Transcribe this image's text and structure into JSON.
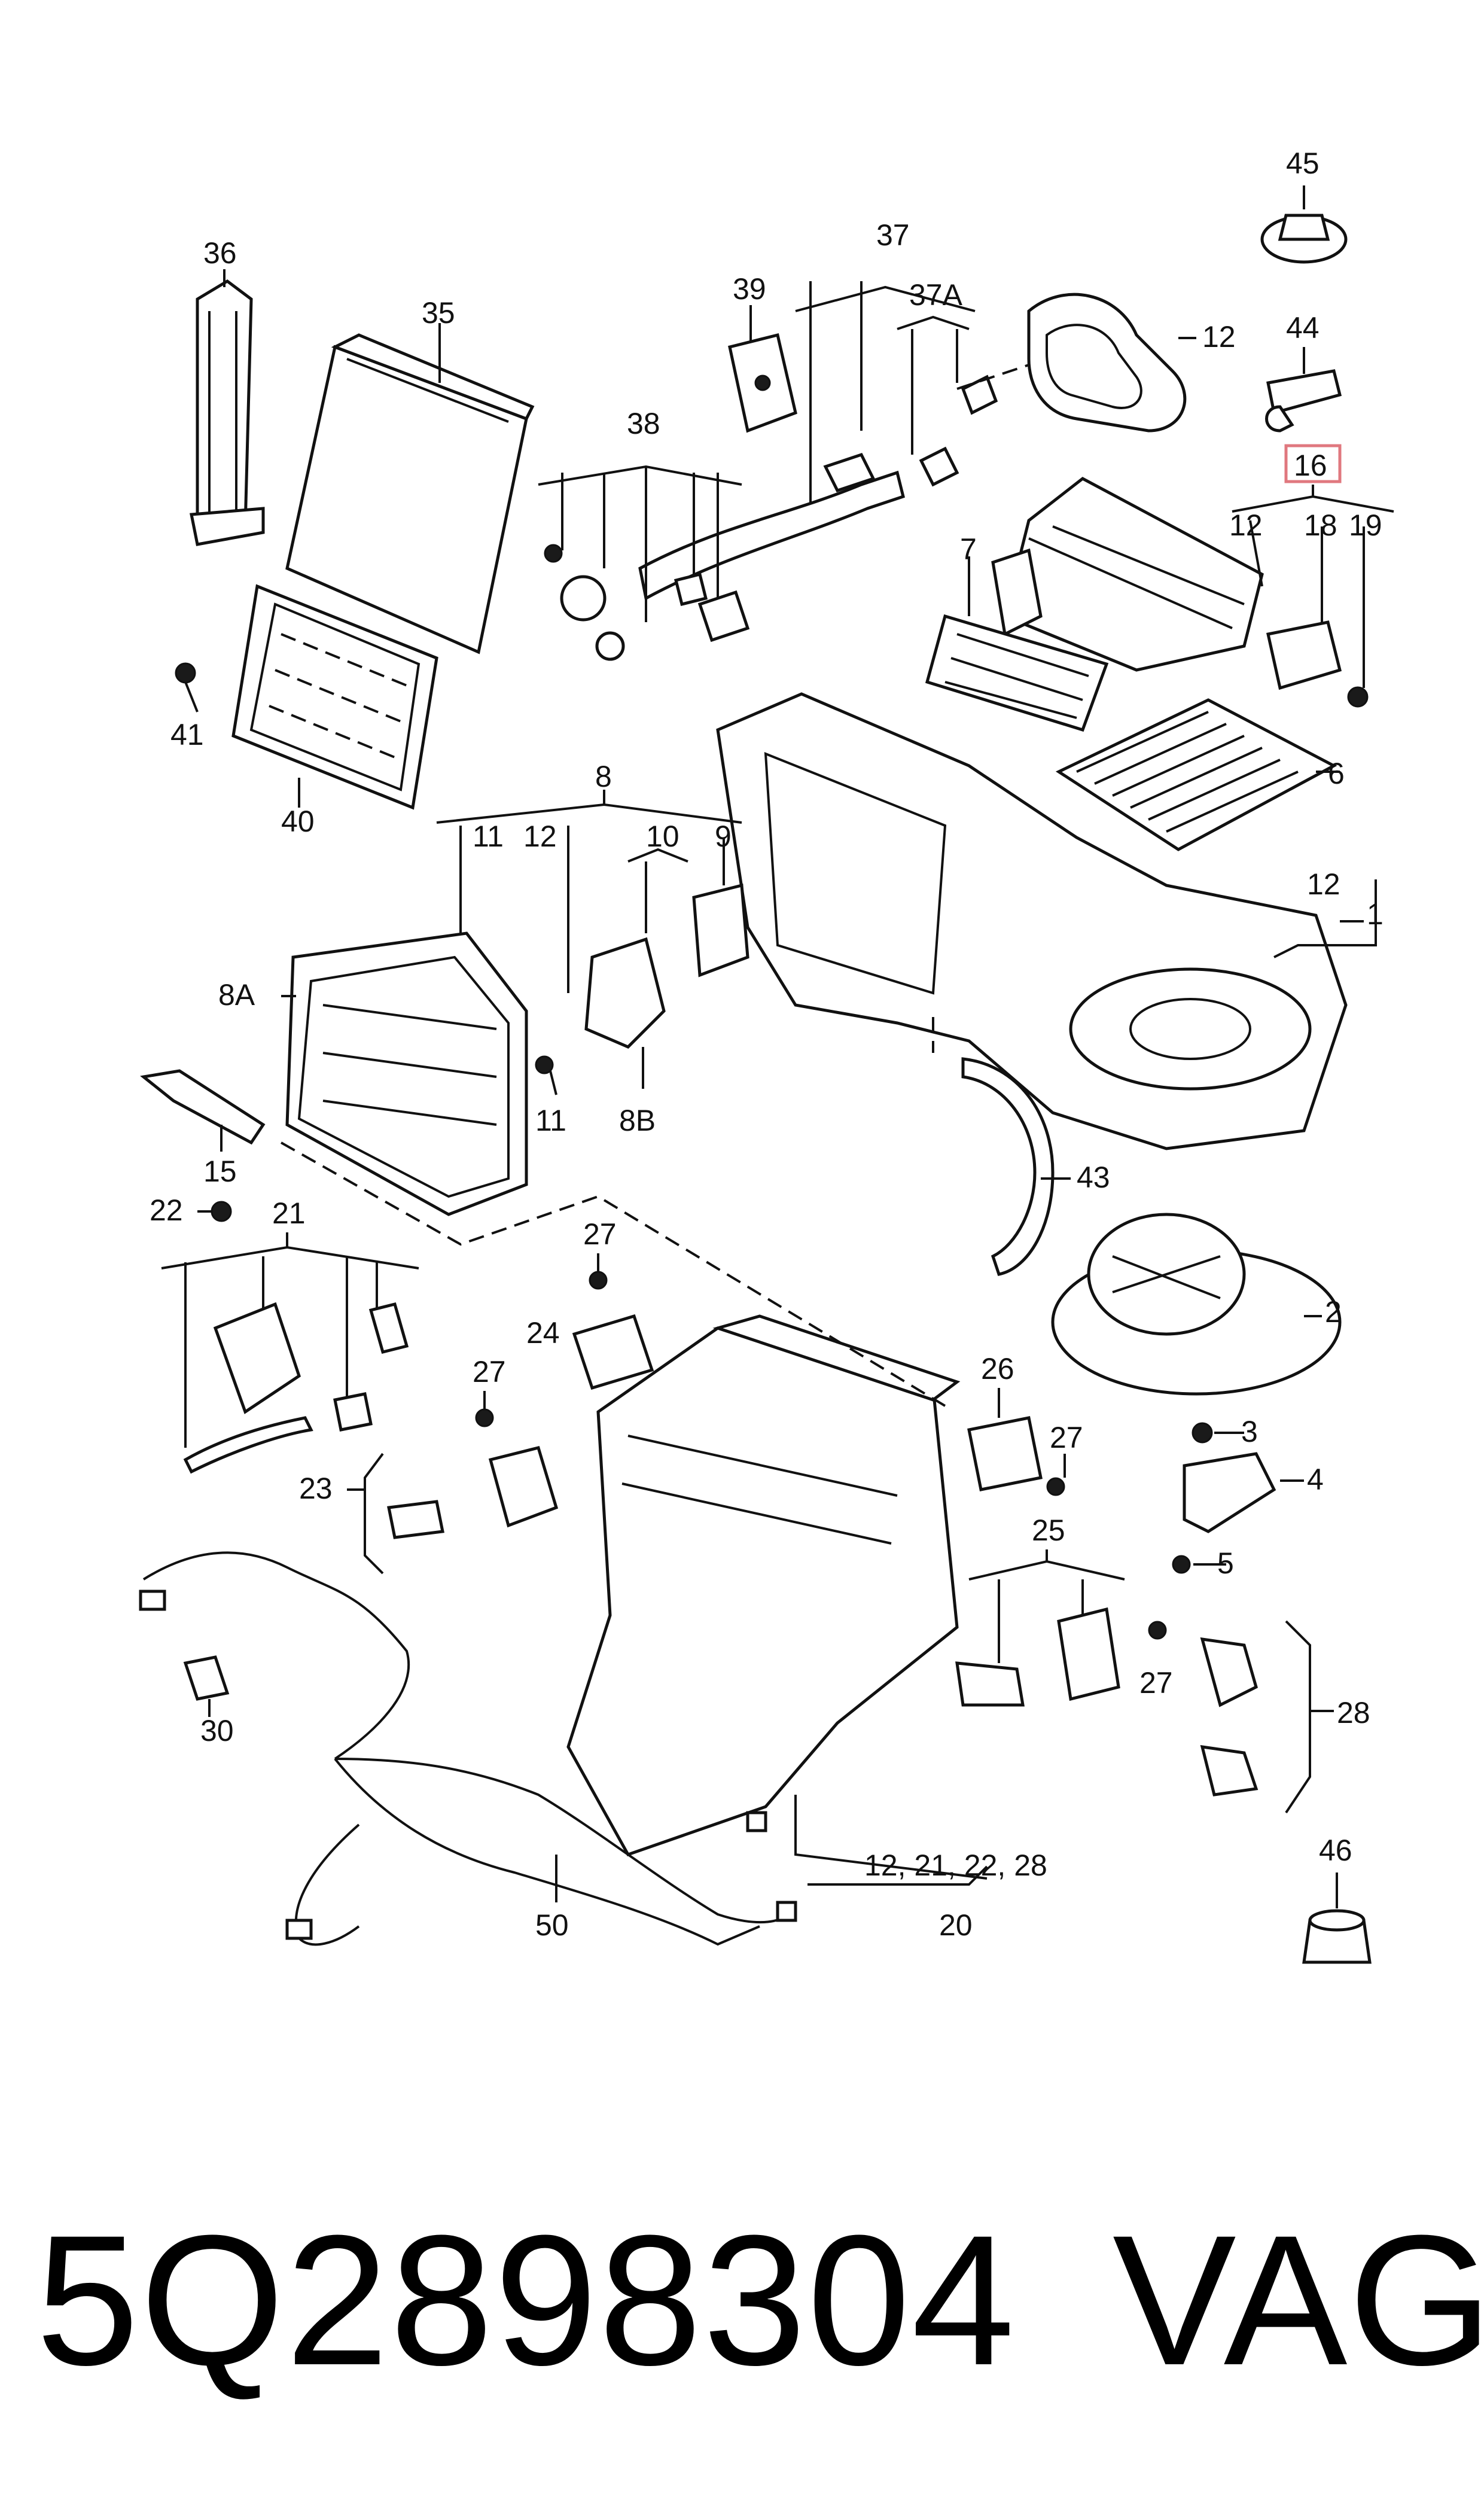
{
  "diagram": {
    "callouts": {
      "c36": "36",
      "c35": "35",
      "c39": "39",
      "c37": "37",
      "c37A": "37A",
      "c12_top": "12",
      "c45": "45",
      "c44": "44",
      "c16": "16",
      "c12_b16": "12",
      "c18": "18",
      "c19": "19",
      "c38": "38",
      "c7": "7",
      "c41": "41",
      "c40": "40",
      "c6": "6",
      "c8": "8",
      "c11_top": "11",
      "c12_b8": "12",
      "c10": "10",
      "c9": "9",
      "c12_1": "12",
      "c1": "1",
      "c8A": "8A",
      "c11_bot": "11",
      "c8B": "8B",
      "c15": "15",
      "c43": "43",
      "c22": "22",
      "c21": "21",
      "c2": "2",
      "c27_a": "27",
      "c24": "24",
      "c26": "26",
      "c27_b": "27",
      "c3": "3",
      "c27_c": "27",
      "c4": "4",
      "c23": "23",
      "c25": "25",
      "c5": "5",
      "c27_d": "27",
      "c28": "28",
      "c30": "30",
      "c46": "46",
      "c20_list": "12, 21, 22, 28",
      "c20": "20",
      "c50": "50"
    }
  },
  "footer": {
    "part_number": "5Q2898304",
    "brand": "VAG"
  },
  "colors": {
    "line": "#111111",
    "highlight_box": "#e0787f",
    "background": "#ffffff"
  }
}
